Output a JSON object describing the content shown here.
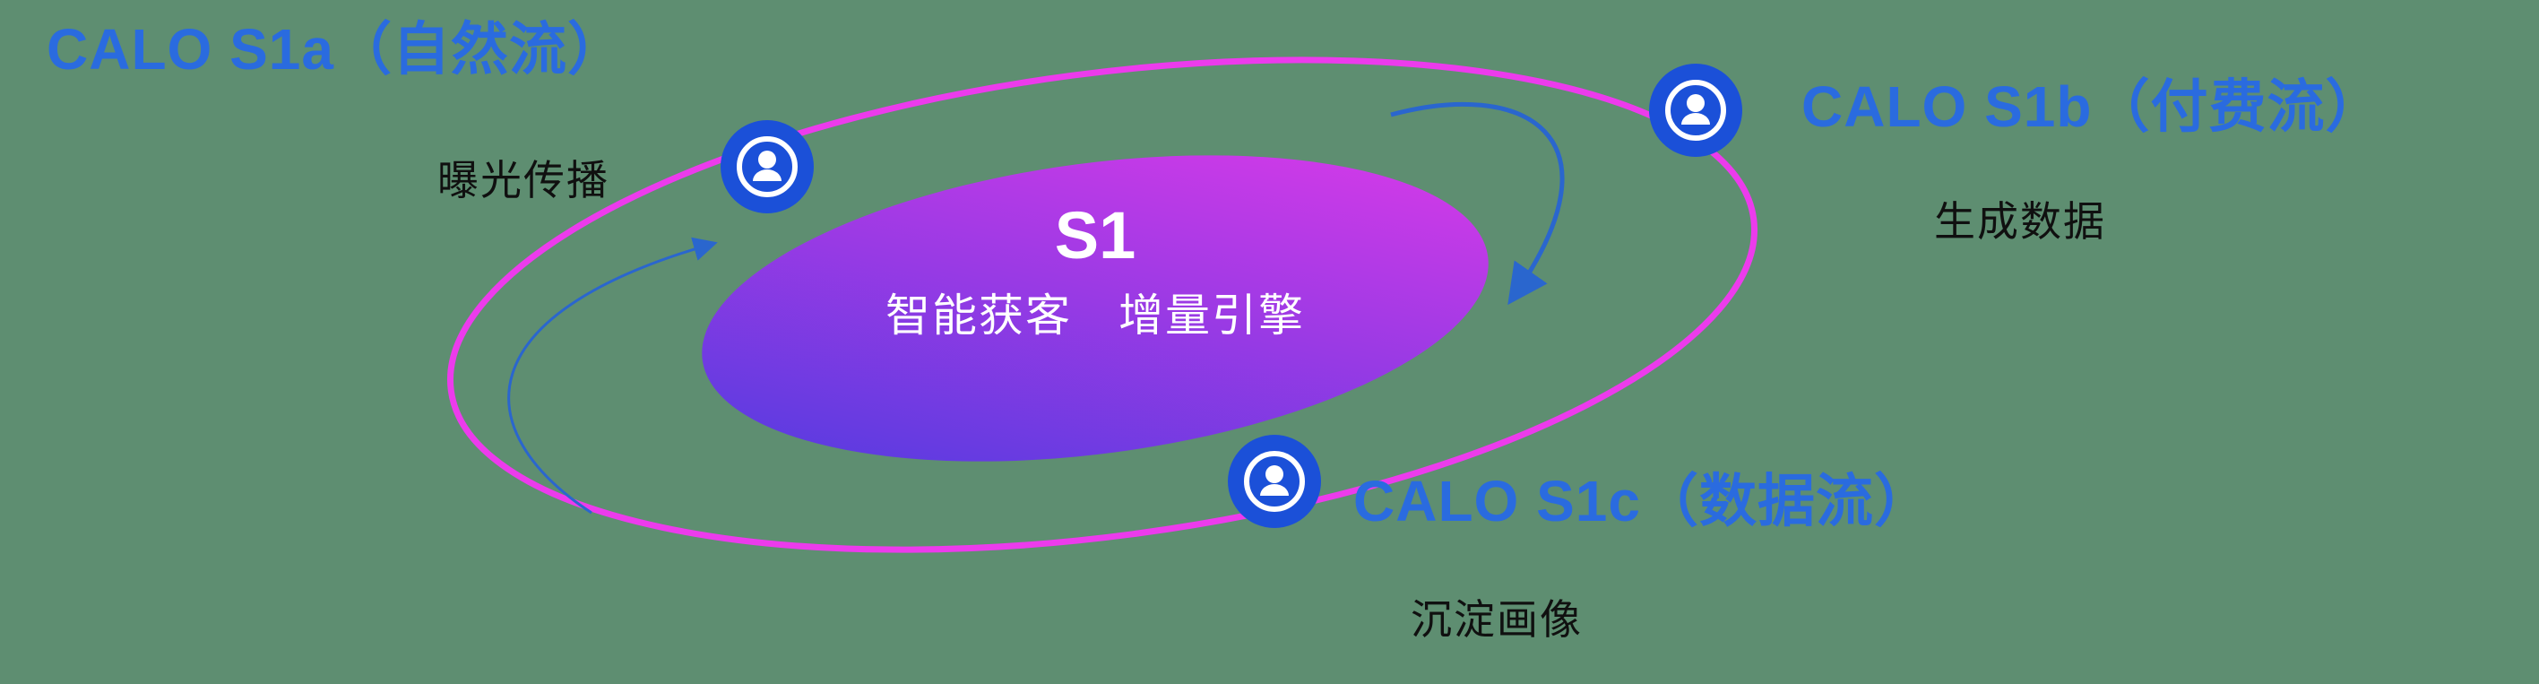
{
  "colors": {
    "bg": "#5E8E71",
    "label_blue": "#2A6BDF",
    "label_dark": "#101010",
    "orbit_pink": "#EC3BEC",
    "grad_start": "#4A3BDF",
    "grad_end": "#E23AE9",
    "icon_blue": "#1B50D8",
    "icon_glyph": "#FFFFFF",
    "arrow_blue": "#2A66CE",
    "core_text": "#FFFFFF"
  },
  "core": {
    "title": "S1",
    "subtitle": "智能获客　增量引擎"
  },
  "nodes": [
    {
      "title": "CALO S1a（自然流）",
      "subtitle": "曝光传播"
    },
    {
      "title": "CALO S1b（付费流）",
      "subtitle": "生成数据"
    },
    {
      "title": "CALO S1c（数据流）",
      "subtitle": "沉淀画像"
    }
  ],
  "icons": {
    "node_icon": "user-in-circle-icon"
  }
}
